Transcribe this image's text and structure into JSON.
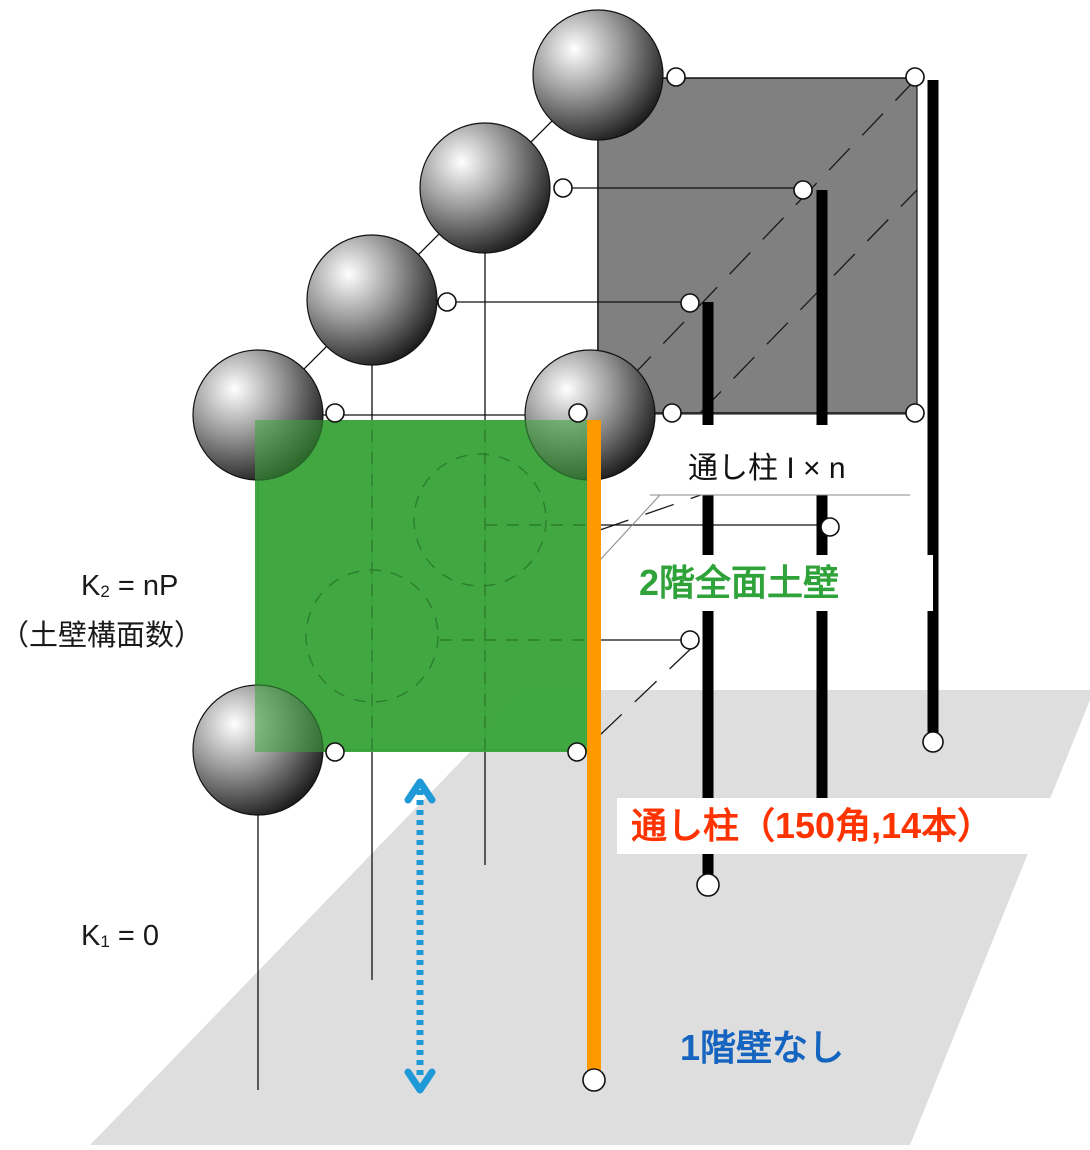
{
  "colors": {
    "wall_green": "#3aa53a",
    "column_orange": "#ff9900",
    "floor_gray": "#dedede",
    "back_panel": "#808080",
    "dotted_arrow": "#1f9ad6",
    "text_green": "#2fa33a",
    "text_red": "#ff3300",
    "text_blue": "#1565c0"
  },
  "labels": {
    "k2": {
      "main": "K",
      "sub": "2",
      "rest": " = nP"
    },
    "k2_note": "（土壁構面数）",
    "k1": {
      "main": "K",
      "sub": "1",
      "rest": " = 0"
    },
    "column_note": "通し柱  I  × n"
  },
  "callouts": {
    "upper_wall": "2階全面土壁",
    "through_column": "通し柱（150角,14本）",
    "ground_floor": "1階壁なし"
  },
  "icons": {
    "sphere": "mass-sphere-icon",
    "pin": "hinge-node-icon",
    "arrow": "double-arrow-icon"
  }
}
